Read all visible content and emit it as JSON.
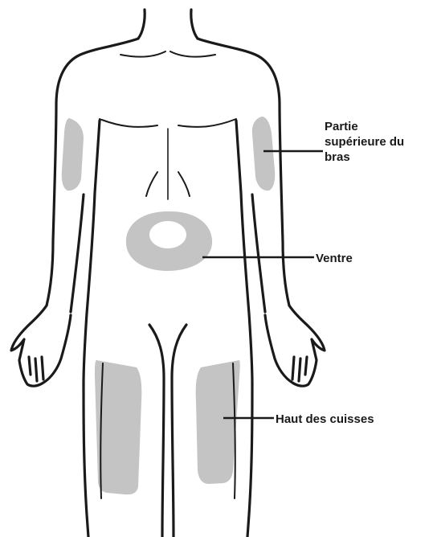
{
  "labels": {
    "upper_arm": [
      "Partie",
      "supérieure du",
      "bras"
    ],
    "abdomen": "Ventre",
    "thighs": "Haut des cuisses"
  },
  "colors": {
    "outline": "#1a1a1a",
    "zone_fill": "#c4c4c4",
    "background": "#ffffff"
  }
}
